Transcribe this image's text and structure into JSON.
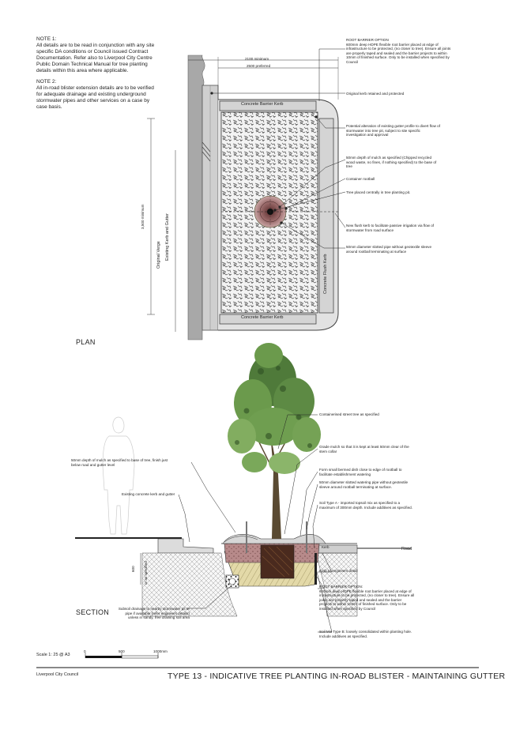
{
  "notes": {
    "note1_title": "NOTE 1:",
    "note1_lines": [
      "All details are to be read in conjunction with any site",
      "specific DA conditions or Council issued Contract",
      "Documentation. Refer also to Liverpool City Centre",
      "Public Domain Technical Manual for tree planting",
      "details within this area where applicable."
    ],
    "note2_title": "NOTE 2:",
    "note2_lines": [
      "All in-road blister extension details are to be verified",
      "for adequate drainage and existing underground",
      "stormwater pipes and other services on a case by",
      "case basis."
    ]
  },
  "plan": {
    "label": "PLAN",
    "dim_min": "2100 minimum",
    "dim_pref": "2500 preferred",
    "dim_vertical": "3,500 minimum",
    "kerb_top": "Concrete Barrier Kerb",
    "kerb_bottom": "Concrete Barrier Kerb",
    "existing_kerb": "Existing Kerb and Gutter",
    "original_verge": "Original Verge",
    "flush_kerb": "Concrete Flush Kerb",
    "annotations": {
      "root_barrier": [
        "ROOT BARRIER OPTION",
        "600mm deep HDPE flexible root barrier placed at edge of",
        "infrastructure to be protected, (no closer to tree). Ensure all joints",
        "are properly taped and sealed and the barrier projects to within",
        "10mm of finished surface. Only to be installed when specified by",
        "Council"
      ],
      "kerb_retained": [
        "Original kerb retained and protected"
      ],
      "gutter_profile": [
        "Potential alteration of existing gutter profile to divert flow of",
        "stormwater into tree pit, subject to site specific",
        "investigation and approval"
      ],
      "mulch": [
        "50mm depth of mulch as specified (Chipped recycled",
        "wood waste, no fines, if nothing specified) to the base of",
        "tree"
      ],
      "rootball": [
        "Container rootball"
      ],
      "tree_central": [
        "Tree placed centrally in tree planting pit."
      ],
      "flush_kerb_note": [
        "New flush kerb to facilitate passive irrigation via flow  of",
        "stormwater from road surface"
      ],
      "slotted_pipe": [
        "50mm diameter slotted pipe without geotextile sleeve",
        "around rootball terminating at surface"
      ]
    }
  },
  "section": {
    "label": "SECTION",
    "road_label": "Road",
    "kerb_label": "Kerb",
    "dim_depth": "600",
    "dim_depth_note": "or as specified",
    "annotations": {
      "mulch_left": [
        "50mm depth of mulch as specified to base of tree, finish just",
        "below road and gutter level"
      ],
      "existing_kerb": [
        "Existing concrete kerb and gutter"
      ],
      "subsoil": [
        "Subsoil drainage to nearby stormwater pit or",
        "pipe if available (refer engineers details)",
        "unless in sandy, free draining soil area"
      ],
      "containerised": [
        "Containerised street tree as specified"
      ],
      "grade_mulch": [
        "Grade mulch so that it is kept at least 50mm clear of the",
        "stem collar"
      ],
      "bermed_dish": [
        "Form small bermed dish close to edge of rootball to",
        "facilitate establishment watering"
      ],
      "slotted_pipe": [
        "50mm diameter slotted watering pipe without geotextile",
        "sleeve around rootball terminating at surface."
      ],
      "soil_a": [
        "Soil Type A - imported topsoil mix as specified to a",
        "maximum of 300mm depth. Include additives as specified."
      ],
      "kerb_detail": [
        "Kerb to engineers detail"
      ],
      "root_barrier": [
        "ROOT BARRIER OPTION:",
        "600mm deep HDPE flexible root barrier placed at edge of",
        "infrastructure to be protected, (no closer to tree). Ensure all",
        "joints are properly taped and sealed and the barrier",
        "projects to within 10mm of finished surface. Only to be",
        "installed when specified by Council"
      ],
      "soil_b": [
        "Soil Mix Type B: loosely consolidated within planting hole.",
        "Include additives as specified."
      ]
    }
  },
  "scale": {
    "label": "Scale 1: 25 @ A3",
    "ticks": [
      "0",
      "500",
      "1000mm"
    ]
  },
  "footer": {
    "council": "Liverpool City Council",
    "title": "TYPE 13 - INDICATIVE TREE PLANTING IN-ROAD BLISTER - MAINTAINING GUTTER"
  }
}
